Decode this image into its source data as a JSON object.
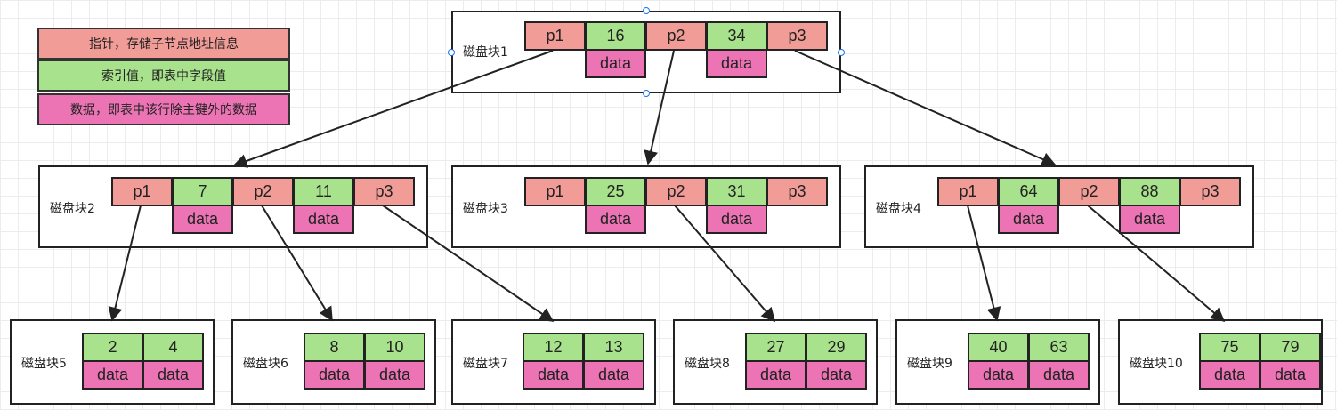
{
  "colors": {
    "pointer": "#f19c97",
    "key": "#a8e28c",
    "data": "#ec74b5",
    "selection_handle": "#1b73e8"
  },
  "legend": [
    {
      "label": "指针，存储子节点地址信息",
      "kind": "pointer"
    },
    {
      "label": "索引值，即表中字段值",
      "kind": "key"
    },
    {
      "label": "数据，即表中该行除主键外的数据",
      "kind": "data"
    }
  ],
  "internal_nodes": [
    {
      "id": "disk1",
      "label": "磁盘块1",
      "pointers": [
        "p1",
        "p2",
        "p3"
      ],
      "keys": [
        "16",
        "34"
      ],
      "data": [
        "data",
        "data"
      ],
      "selected": true
    },
    {
      "id": "disk2",
      "label": "磁盘块2",
      "pointers": [
        "p1",
        "p2",
        "p3"
      ],
      "keys": [
        "7",
        "11"
      ],
      "data": [
        "data",
        "data"
      ]
    },
    {
      "id": "disk3",
      "label": "磁盘块3",
      "pointers": [
        "p1",
        "p2",
        "p3"
      ],
      "keys": [
        "25",
        "31"
      ],
      "data": [
        "data",
        "data"
      ]
    },
    {
      "id": "disk4",
      "label": "磁盘块4",
      "pointers": [
        "p1",
        "p2",
        "p3"
      ],
      "keys": [
        "64",
        "88"
      ],
      "data": [
        "data",
        "data"
      ]
    }
  ],
  "leaf_nodes": [
    {
      "id": "disk5",
      "label": "磁盘块5",
      "keys": [
        "2",
        "4"
      ],
      "data": [
        "data",
        "data"
      ]
    },
    {
      "id": "disk6",
      "label": "磁盘块6",
      "keys": [
        "8",
        "10"
      ],
      "data": [
        "data",
        "data"
      ]
    },
    {
      "id": "disk7",
      "label": "磁盘块7",
      "keys": [
        "12",
        "13"
      ],
      "data": [
        "data",
        "data"
      ]
    },
    {
      "id": "disk8",
      "label": "磁盘块8",
      "keys": [
        "27",
        "29"
      ],
      "data": [
        "data",
        "data"
      ]
    },
    {
      "id": "disk9",
      "label": "磁盘块9",
      "keys": [
        "40",
        "63"
      ],
      "data": [
        "data",
        "data"
      ]
    },
    {
      "id": "disk10",
      "label": "磁盘块10",
      "keys": [
        "75",
        "79"
      ],
      "data": [
        "data",
        "data"
      ]
    }
  ],
  "edges": [
    {
      "from": "disk1",
      "pointer": "p1",
      "to": "disk2"
    },
    {
      "from": "disk1",
      "pointer": "p2",
      "to": "disk3"
    },
    {
      "from": "disk1",
      "pointer": "p3",
      "to": "disk4"
    },
    {
      "from": "disk2",
      "pointer": "p1",
      "to": "disk5"
    },
    {
      "from": "disk2",
      "pointer": "p2",
      "to": "disk6"
    },
    {
      "from": "disk2",
      "pointer": "p3",
      "to": "disk7"
    },
    {
      "from": "disk3",
      "pointer": "p2",
      "to": "disk8"
    },
    {
      "from": "disk4",
      "pointer": "p1",
      "to": "disk9"
    },
    {
      "from": "disk4",
      "pointer": "p2",
      "to": "disk10"
    }
  ]
}
